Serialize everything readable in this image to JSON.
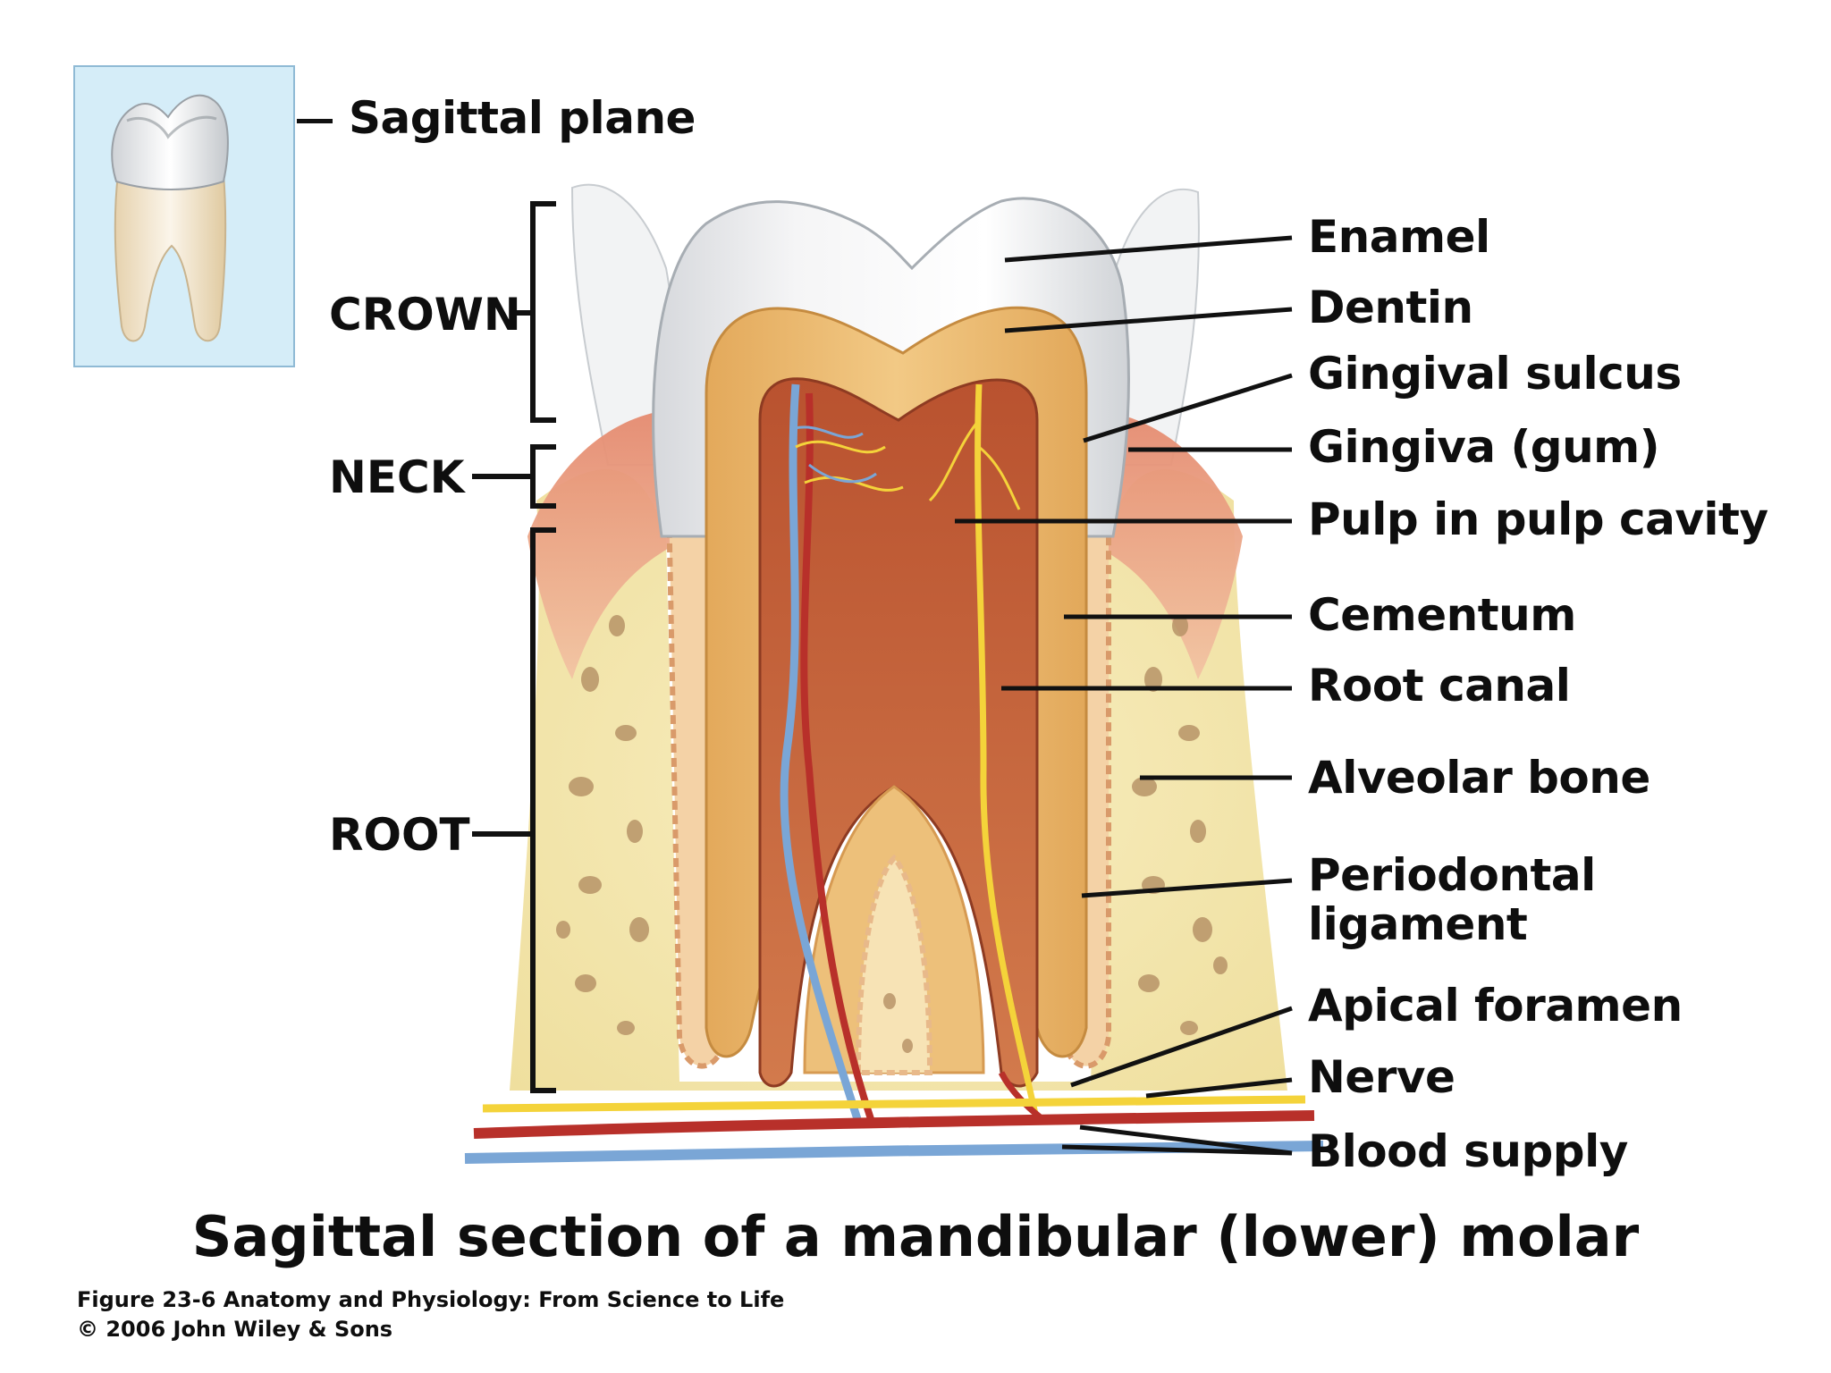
{
  "inset": {
    "label": "Sagittal plane"
  },
  "regions": {
    "crown": "CROWN",
    "neck": "NECK",
    "root": "ROOT"
  },
  "labels": {
    "enamel": "Enamel",
    "dentin": "Dentin",
    "gingival_sulcus": "Gingival sulcus",
    "gingiva": "Gingiva (gum)",
    "pulp": "Pulp in pulp cavity",
    "cementum": "Cementum",
    "root_canal": "Root canal",
    "alveolar_bone": "Alveolar bone",
    "periodontal_ligament": "Periodontal ligament",
    "apical_foramen": "Apical foramen",
    "nerve": "Nerve",
    "blood_supply": "Blood supply"
  },
  "title": "Sagittal section of a mandibular (lower) molar",
  "credit": {
    "line1": "Figure 23-6  Anatomy and Physiology: From Science to Life",
    "line2": "© 2006 John Wiley & Sons"
  },
  "colors": {
    "enamel": "#e8e8ea",
    "dentin": "#e9b66a",
    "pulp": "#c9603c",
    "bone": "#f3e7b0",
    "bone_pores": "#b89468",
    "gingiva": "#e3836b",
    "blood_vessel_red": "#b8302a",
    "blood_vessel_blue": "#7aa6d6",
    "nerve": "#f4d33a",
    "inset_background": "#d5edf8"
  }
}
